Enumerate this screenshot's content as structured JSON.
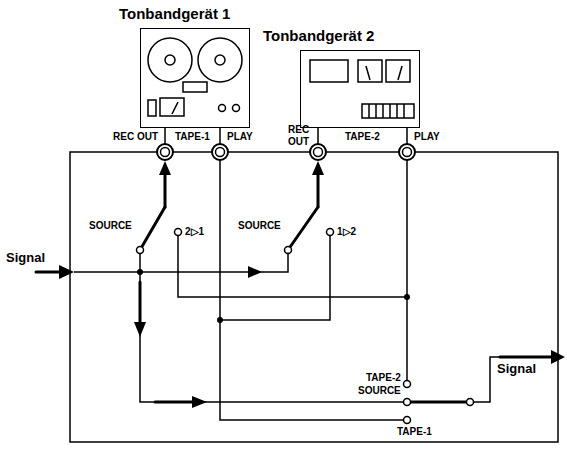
{
  "diagram": {
    "nodes": [
      {
        "text": [
          "Tonbandgerät 1"
        ]
      },
      {
        "text": [
          "Tonbandgerät 2"
        ]
      }
    ],
    "labels": [
      "REC OUT",
      "TAPE-1",
      "PLAY",
      "REC OUT",
      "TAPE-2",
      "PLAY",
      "SOURCE",
      "2▷1",
      "SOURCE",
      "1▷2",
      "Signal",
      "Signal",
      "TAPE-2",
      "SOURCE",
      "TAPE-1"
    ]
  }
}
